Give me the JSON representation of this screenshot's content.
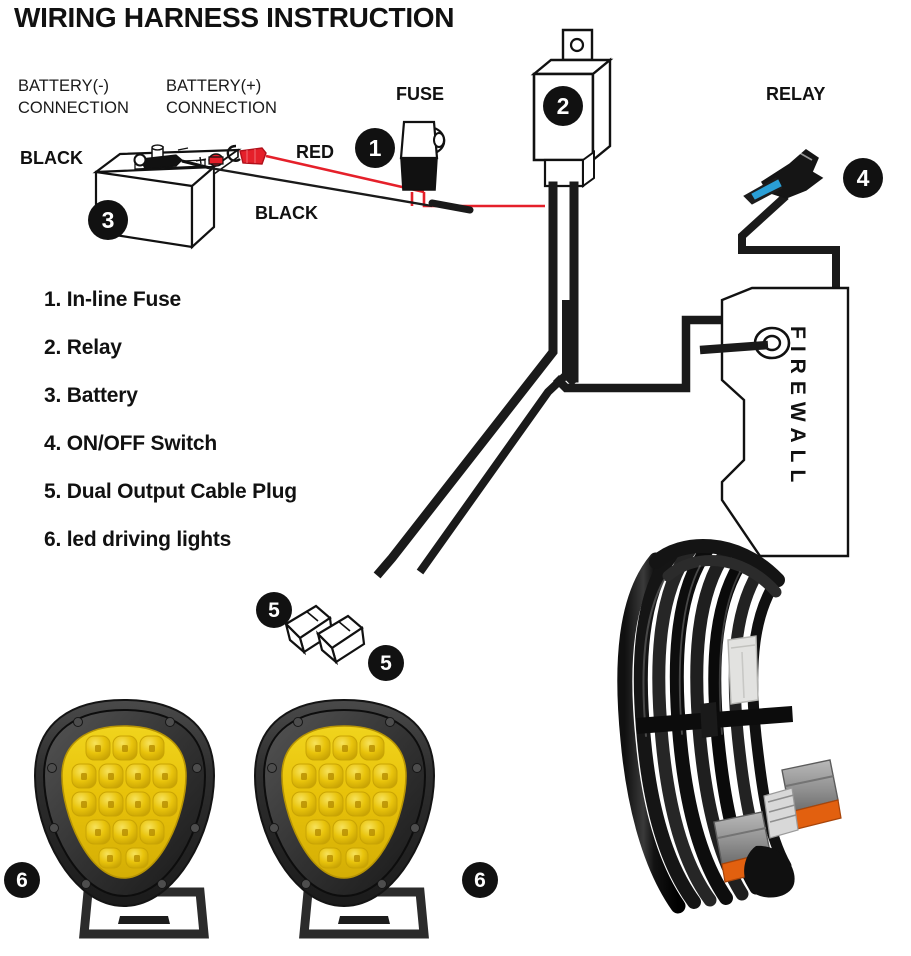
{
  "title": "WIRING HARNESS INSTRUCTION",
  "labels": {
    "battery_negative": "BATTERY(-)\nCONNECTION",
    "battery_negative_line1": "BATTERY(-)",
    "battery_negative_line2": "CONNECTION",
    "battery_positive_line1": "BATTERY(+)",
    "battery_positive_line2": "CONNECTION",
    "fuse": "FUSE",
    "relay": "RELAY",
    "wire_red": "RED",
    "wire_black_left": "BLACK",
    "wire_black_bottom": "BLACK",
    "firewall": "FIREWALL"
  },
  "badges": {
    "fuse": "1",
    "relay": "2",
    "battery": "3",
    "switch": "4",
    "plug_left": "5",
    "plug_right": "5",
    "light_left": "6",
    "light_right": "6"
  },
  "legend": [
    "1. In-line Fuse",
    "2. Relay",
    "3. Battery",
    "4. ON/OFF Switch",
    "5. Dual Output Cable Plug",
    "6. led driving lights"
  ],
  "colors": {
    "wire_red": "#e5202a",
    "wire_black": "#1a1a1a",
    "badge_bg": "#111111",
    "badge_text": "#ffffff",
    "lens_amber": "#e8c20a",
    "housing_black": "#2a2a2a",
    "background": "#ffffff"
  }
}
